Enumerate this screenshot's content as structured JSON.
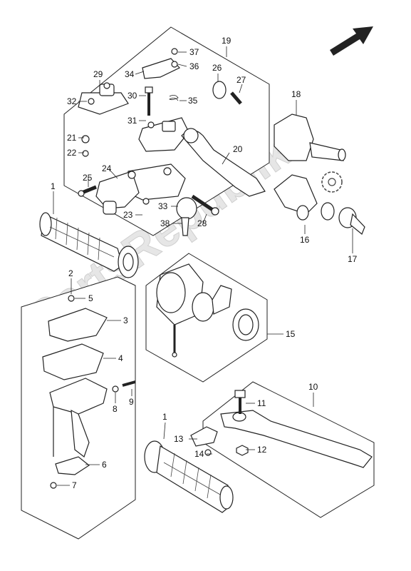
{
  "watermark": "PartsRepublik",
  "labels": [
    {
      "id": "1a",
      "text": "1"
    },
    {
      "id": "1b",
      "text": "1"
    },
    {
      "id": "2",
      "text": "2"
    },
    {
      "id": "3",
      "text": "3"
    },
    {
      "id": "4",
      "text": "4"
    },
    {
      "id": "5",
      "text": "5"
    },
    {
      "id": "6",
      "text": "6"
    },
    {
      "id": "7",
      "text": "7"
    },
    {
      "id": "8",
      "text": "8"
    },
    {
      "id": "9",
      "text": "9"
    },
    {
      "id": "10",
      "text": "10"
    },
    {
      "id": "11",
      "text": "11"
    },
    {
      "id": "12",
      "text": "12"
    },
    {
      "id": "13",
      "text": "13"
    },
    {
      "id": "14",
      "text": "14"
    },
    {
      "id": "15",
      "text": "15"
    },
    {
      "id": "16",
      "text": "16"
    },
    {
      "id": "17",
      "text": "17"
    },
    {
      "id": "18",
      "text": "18"
    },
    {
      "id": "19",
      "text": "19"
    },
    {
      "id": "20",
      "text": "20"
    },
    {
      "id": "21",
      "text": "21"
    },
    {
      "id": "22",
      "text": "22"
    },
    {
      "id": "23",
      "text": "23"
    },
    {
      "id": "24",
      "text": "24"
    },
    {
      "id": "25",
      "text": "25"
    },
    {
      "id": "26",
      "text": "26"
    },
    {
      "id": "27",
      "text": "27"
    },
    {
      "id": "28",
      "text": "28"
    },
    {
      "id": "29",
      "text": "29"
    },
    {
      "id": "30",
      "text": "30"
    },
    {
      "id": "31",
      "text": "31"
    },
    {
      "id": "32",
      "text": "32"
    },
    {
      "id": "33",
      "text": "33"
    },
    {
      "id": "34",
      "text": "34"
    },
    {
      "id": "35",
      "text": "35"
    },
    {
      "id": "36",
      "text": "36"
    },
    {
      "id": "37",
      "text": "37"
    },
    {
      "id": "38",
      "text": "38"
    }
  ]
}
